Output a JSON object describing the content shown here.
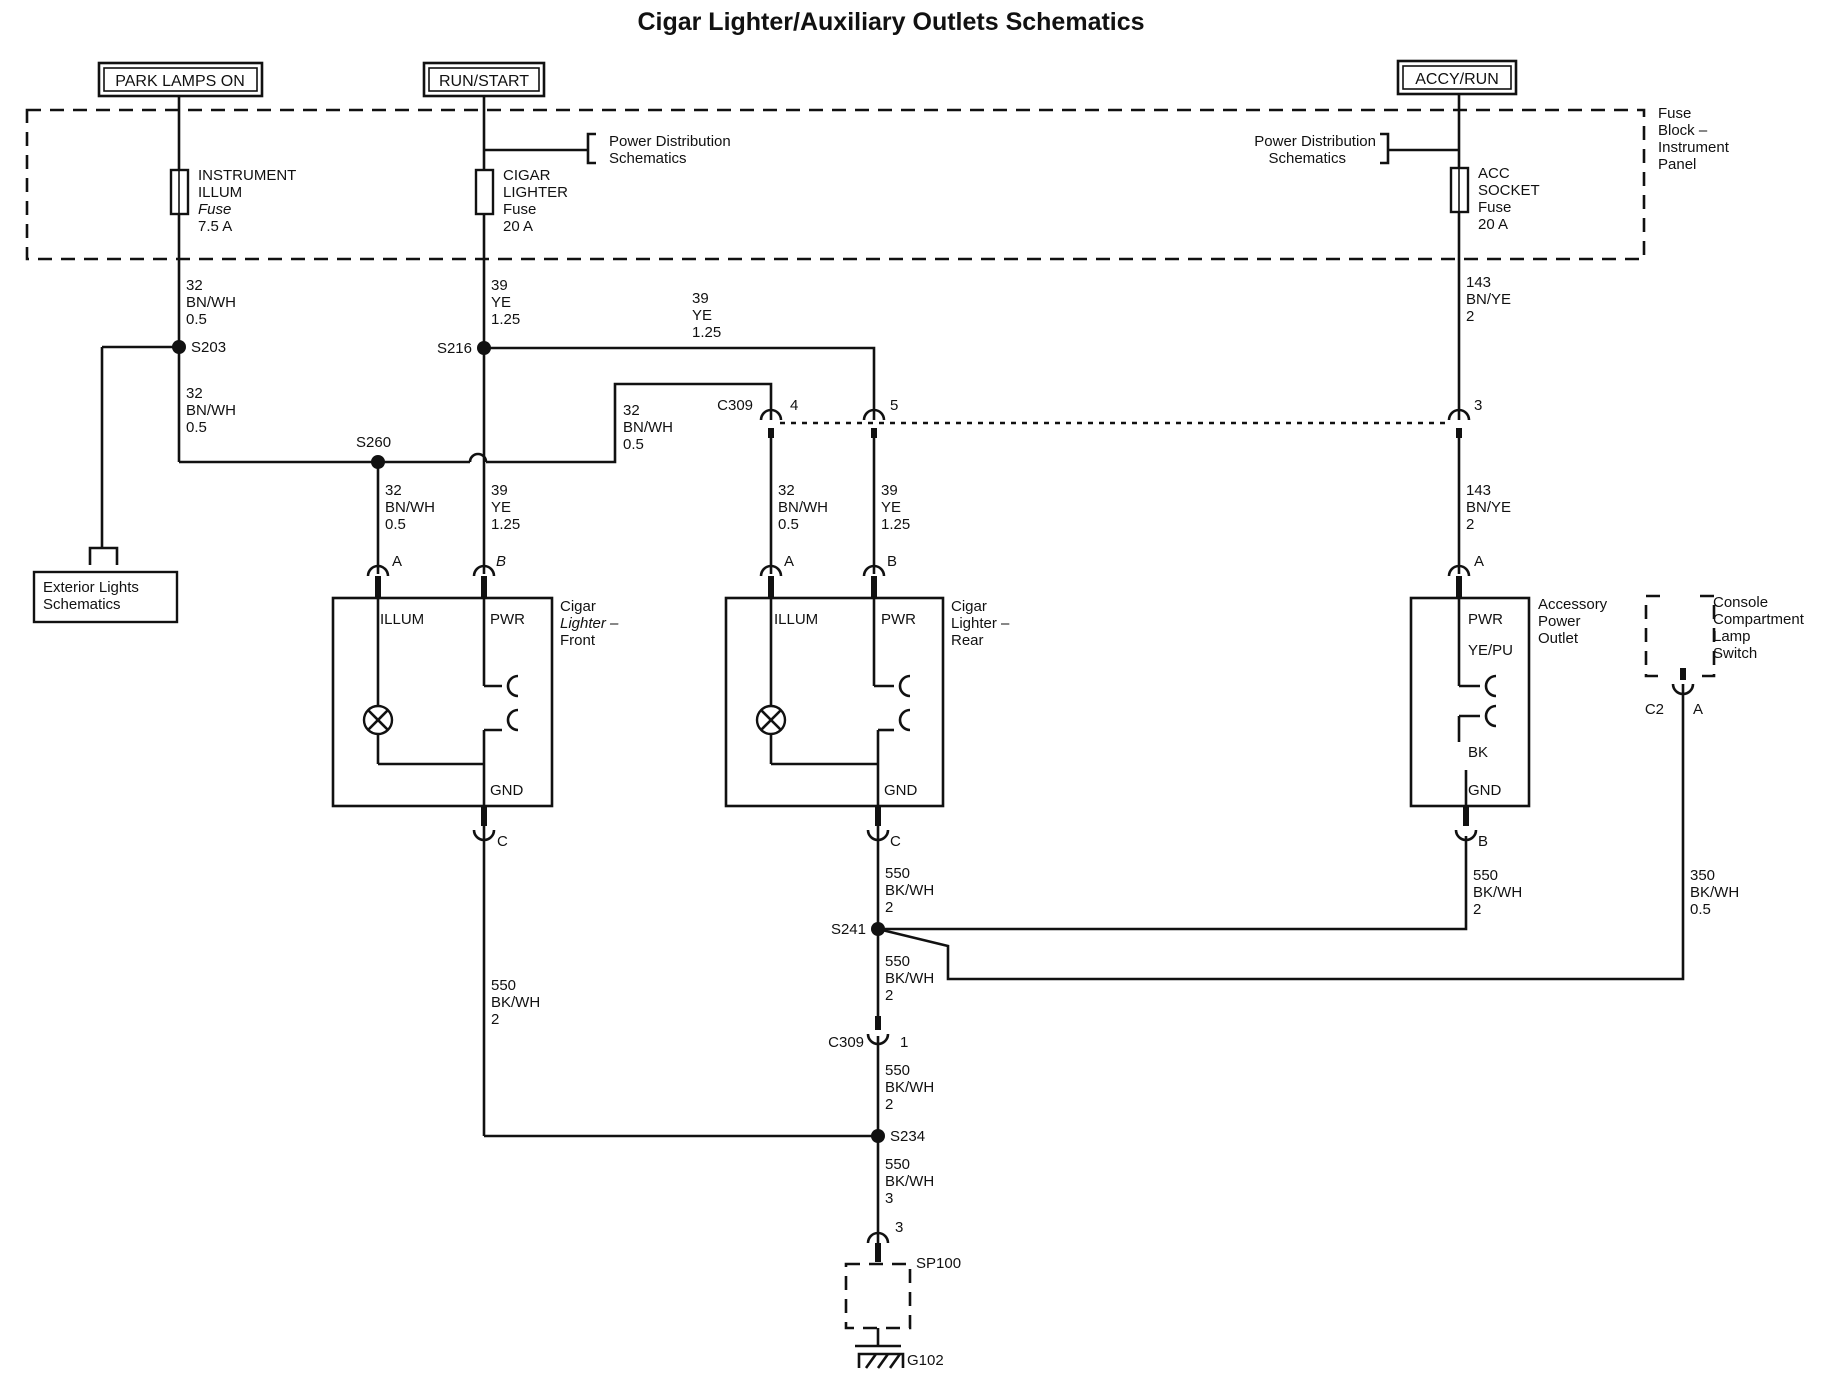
{
  "title": "Cigar Lighter/Auxiliary Outlets Schematics",
  "sources": {
    "park_lamps": "PARK LAMPS ON",
    "run_start": "RUN/START",
    "accy_run": "ACCY/RUN"
  },
  "fuse_block": [
    "Fuse",
    "Block –",
    "Instrument",
    "Panel"
  ],
  "fuses": {
    "illum": {
      "name": [
        "INSTRUMENT",
        "ILLUM"
      ],
      "type": "Fuse",
      "rating": "7.5 A"
    },
    "cigar": {
      "name": [
        "CIGAR",
        "LIGHTER"
      ],
      "type": "Fuse",
      "rating": "20 A"
    },
    "acc": {
      "name": [
        "ACC",
        "SOCKET"
      ],
      "type": "Fuse",
      "rating": "20 A"
    }
  },
  "refs": {
    "power_dist": [
      "Power Distribution",
      "Schematics"
    ],
    "exterior_lights": [
      "Exterior Lights",
      "Schematics"
    ]
  },
  "wires": {
    "bnwh": [
      "32",
      "BN/WH",
      "0.5"
    ],
    "ye": [
      "39",
      "YE",
      "1.25"
    ],
    "bnye": [
      "143",
      "BN/YE",
      "2"
    ],
    "bkwh2": [
      "550",
      "BK/WH",
      "2"
    ],
    "bkwh3": [
      "550",
      "BK/WH",
      "3"
    ],
    "bkwh05": [
      "350",
      "BK/WH",
      "0.5"
    ]
  },
  "splices": {
    "s203": "S203",
    "s216": "S216",
    "s260": "S260",
    "s241": "S241",
    "s234": "S234",
    "sp100": "SP100",
    "g102": "G102"
  },
  "connectors": {
    "c309": "C309",
    "c2": "C2",
    "pin_4": "4",
    "pin_5": "5",
    "pin_3": "3",
    "pin_1": "1",
    "pin_a": "A",
    "pin_b": "B",
    "pin_c": "C"
  },
  "components": {
    "front": [
      "Cigar",
      "Lighter –",
      "Front"
    ],
    "rear": [
      "Cigar",
      "Lighter –",
      "Rear"
    ],
    "aux": [
      "Accessory",
      "Power",
      "Outlet"
    ],
    "console": [
      "Console",
      "Compartment",
      "Lamp",
      "Switch"
    ]
  },
  "terminals": {
    "illum": "ILLUM",
    "pwr": "PWR",
    "gnd": "GND",
    "yepu": "YE/PU",
    "bk": "BK"
  }
}
